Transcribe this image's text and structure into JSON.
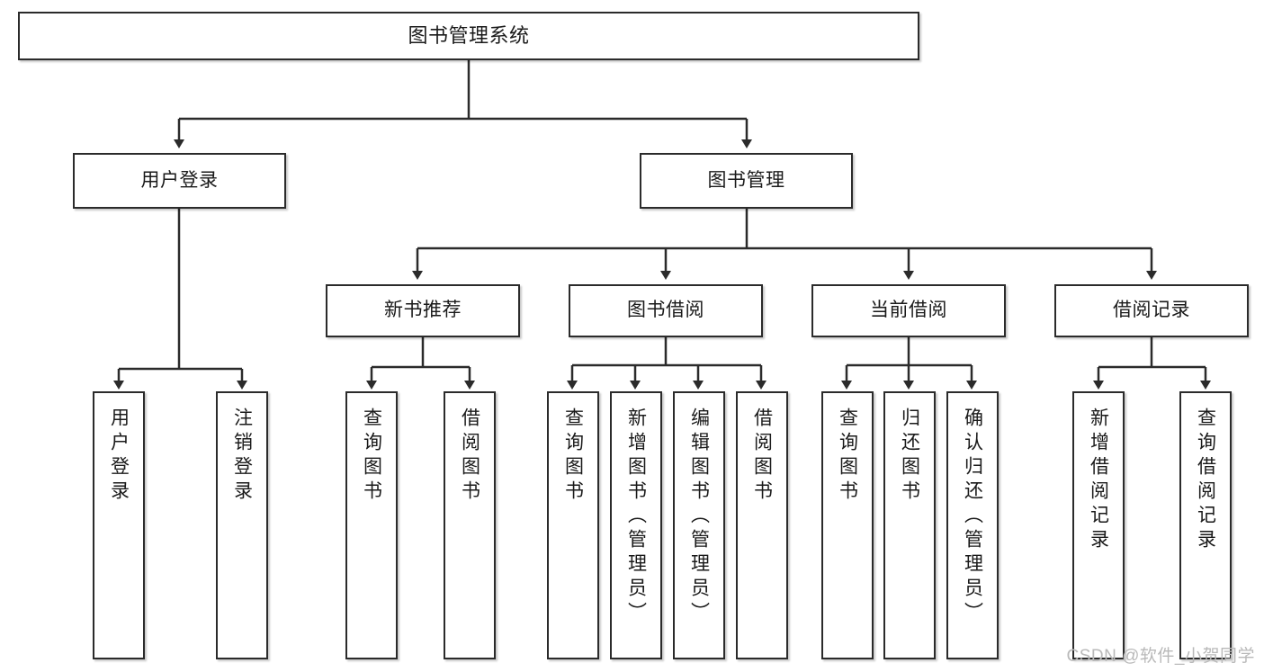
{
  "diagram": {
    "title": "图书管理系统",
    "type": "tree-hierarchy",
    "root": {
      "label": "图书管理系统"
    },
    "level1": [
      {
        "label": "用户登录"
      },
      {
        "label": "图书管理"
      }
    ],
    "level2": [
      {
        "label": "新书推荐"
      },
      {
        "label": "图书借阅"
      },
      {
        "label": "当前借阅"
      },
      {
        "label": "借阅记录"
      }
    ],
    "leaves": {
      "user_login": [
        {
          "label": "用户登录"
        },
        {
          "label": "注销登录"
        }
      ],
      "new_book_recommend": [
        {
          "label": "查询图书"
        },
        {
          "label": "借阅图书"
        }
      ],
      "book_borrow": [
        {
          "label": "查询图书"
        },
        {
          "label": "新增图书（管理员）"
        },
        {
          "label": "编辑图书（管理员）"
        },
        {
          "label": "借阅图书"
        }
      ],
      "current_borrow": [
        {
          "label": "查询图书"
        },
        {
          "label": "归还图书"
        },
        {
          "label": "确认归还（管理员）"
        }
      ],
      "borrow_record": [
        {
          "label": "新增借阅记录"
        },
        {
          "label": "查询借阅记录"
        }
      ]
    }
  },
  "watermark": {
    "text": "CSDN @软件_小贺同学"
  },
  "colors": {
    "border": "#2b2b2b",
    "text": "#1a1a1a",
    "background": "#ffffff",
    "watermark": "#b9b9b9"
  }
}
